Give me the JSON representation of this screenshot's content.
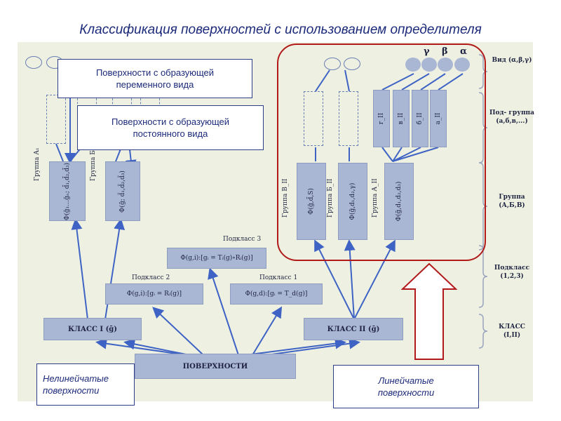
{
  "title": "Классификация поверхностей с использованием определителя",
  "callouts": {
    "variable": "Поверхности с образующей переменного вида",
    "constant": "Поверхности с образующей постоянного вида",
    "nonruled": "Нелинейчатые поверхности",
    "ruled": "Линейчатые поверхности"
  },
  "root": "ПОВЕРХНОСТИ",
  "classes": {
    "class1": "КЛАСС I (ḡ)",
    "class2": "КЛАСС II (ḡ)"
  },
  "subclasses": {
    "sub1_title": "Подкласс 1",
    "sub1_formula": "Φ(g,d):[gᵢ = T_d(g)]",
    "sub2_title": "Подкласс 2",
    "sub2_formula": "Φ(g,i):[gᵢ = Rᵢ(g)]",
    "sub3_title": "Подкласс 3",
    "sub3_formula": "Φ(g,i):[gᵢ = Tᵢ(g)∘Rᵢ(g)]"
  },
  "groups": {
    "a1_label": "Группа А₁",
    "a1_formula": "Φ(ḡ₁…ḡₙ; d̄₁,d̄₂,d̄₃)",
    "b1_label": "Группа Б₁",
    "b1_formula": "Φ(ḡ; d̄₁,d̄₂,d̄₃)",
    "v2_label": "Группа В_II",
    "v2_formula": "Φ(ḡ,d̄,S)",
    "b2_label": "Группа Б_II",
    "b2_formula": "Φ(ḡ,d₁,d₂,γ)",
    "a2_label": "Группа А_II",
    "a2_formula": "Φ(ḡ,d₁,d₂,d₃)"
  },
  "subgroups": [
    "г_II",
    "в_II",
    "б_II",
    "а_II"
  ],
  "greek": [
    "γ",
    "β",
    "α"
  ],
  "side": {
    "vid": "Вид (α,β,γ)",
    "podgruppa": "Под- группа (а,б,в,...)",
    "gruppa": "Группа (А,Б,В)",
    "podklass": "Подкласс (1,2,3)",
    "klass": "КЛАСС (I,II)"
  },
  "colors": {
    "title": "#1c2a7a",
    "block_fill": "#a9b6d4",
    "scan_bg": "#eef1e2",
    "connector": "#3e63c4",
    "highlight_outline": "#b21a1a"
  }
}
